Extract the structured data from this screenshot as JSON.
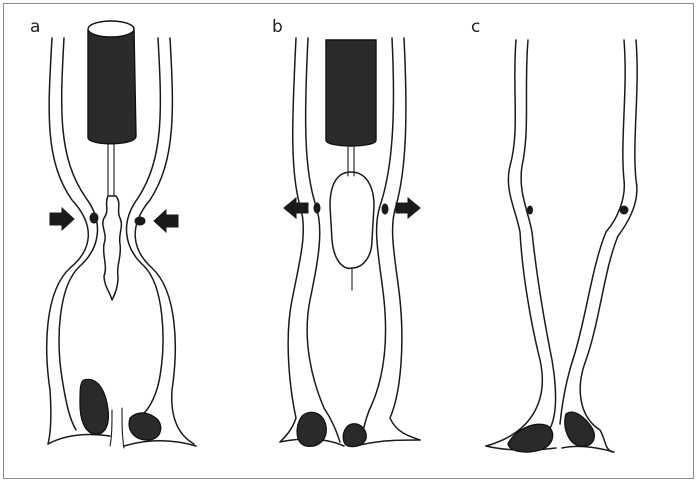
{
  "panels": [
    {
      "label": "a"
    },
    {
      "label": "b"
    },
    {
      "label": "c"
    }
  ],
  "icons": {
    "inward_arrow": "arrow-in-icon",
    "outward_arrow": "arrow-out-icon"
  },
  "colors": {
    "ink": "#1a1a1a",
    "background": "#ffffff",
    "frame": "#8c8c8c"
  }
}
